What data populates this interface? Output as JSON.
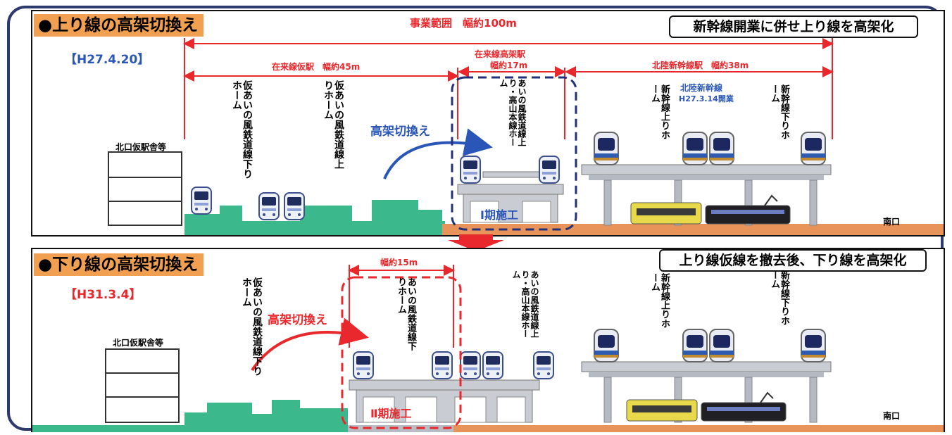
{
  "panel1": {
    "title": "●上り線の高架切換え",
    "note": "新幹線開業に併せ上り線を高架化",
    "date": "【H27.4.20】",
    "range_total": "事業範囲　幅約100m",
    "range_temp": "在来線仮駅　幅約45m",
    "range_elev": "在来線高架駅",
    "range_elev_w": "幅約17m",
    "range_shin": "北陸新幹線駅　幅約38m",
    "north_bldg": "北口仮駅舎等",
    "temp_down": "仮あいの風鉄道線下りホーム",
    "temp_up": "仮あいの風鉄道線上りホーム",
    "elev_home": "あいの風鉄道線上り・高山本線ホーム",
    "switch_label": "高架切換え",
    "phase": "Ⅰ期施工",
    "shin_name": "北陸新幹線",
    "shin_open": "H27.3.14開業",
    "shin_up": "新幹線上りホーム",
    "shin_down": "新幹線下りホーム",
    "south": "南口"
  },
  "panel2": {
    "title": "●下り線の高架切換え",
    "note": "上り線仮線を撤去後、下り線を高架化",
    "date": "【H31.3.4】",
    "range_w": "幅約15m",
    "north_bldg": "北口仮駅舎等",
    "temp_down": "仮あいの風鉄道線下りホーム",
    "new_down": "あいの風鉄道線下りホーム",
    "elev_home": "あいの風鉄道線上り・高山本線ホーム",
    "switch_label": "高架切換え",
    "phase": "Ⅱ期施工",
    "shin_up": "新幹線上りホーム",
    "shin_down": "新幹線下りホーム",
    "south": "南口"
  },
  "colors": {
    "frame": "#2e3a6e",
    "title_bg": "#f0a050",
    "range_red": "#e8282c",
    "ground_green": "#3cb98c",
    "ground_orange": "#e8935a",
    "blue_dash": "#23307a"
  }
}
